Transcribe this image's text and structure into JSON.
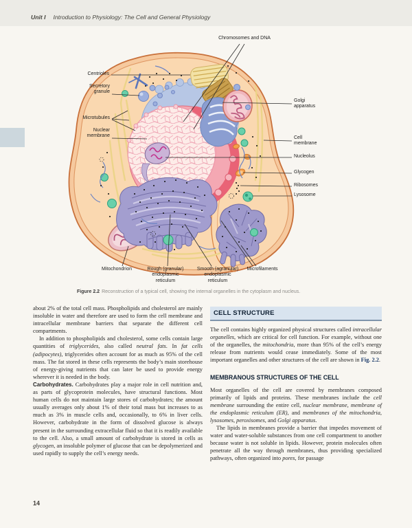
{
  "header": {
    "unit_label": "Unit I",
    "unit_title": "Introduction to Physiology: The Cell and General Physiology"
  },
  "page": {
    "page_number": "14"
  },
  "colors": {
    "accent_heading_bg": "#d9e4ef",
    "accent_heading_border": "#7f95ab",
    "heading_text": "#0f2033",
    "fig_link": "#1d3c6b",
    "unit_tab": "#ccd7dd"
  },
  "figure": {
    "caption_label": "Figure 2.2",
    "caption_text": "Reconstruction of a typical cell, showing the internal organelles in the cytoplasm and nucleus.",
    "labels": {
      "chromosomes_dna": "Chromosomes and DNA",
      "centrioles": "Centrioles",
      "secretory_granule": "Secretory\ngranule",
      "microtubules": "Microtubules",
      "nuclear_membrane": "Nuclear\nmembrane",
      "golgi_apparatus": "Golgi\napparatus",
      "cell_membrane": "Cell\nmembrane",
      "nucleolus": "Nucleolus",
      "glycogen": "Glycogen",
      "ribosomes": "Ribosomes",
      "lysosome": "Lysosome",
      "mitochondrion": "Mitochondrion",
      "rough_er": "Rough (granular)\nendoplasmic\nreticulum",
      "smooth_er": "Smooth (agranular)\nendoplasmic\nreticulum",
      "microfilaments": "Microfilaments"
    }
  },
  "left_column": {
    "p1": [
      {
        "t": "about 2% of the total cell mass. Phospholipids and cholesterol are mainly insoluble in water and therefore are used to form the cell membrane and intracellular membrane barriers that separate the different cell compartments."
      }
    ],
    "p2": [
      {
        "t": "In addition to phospholipids and cholesterol, some cells contain large quantities of "
      },
      {
        "t": "triglycerides",
        "s": "i"
      },
      {
        "t": ", also called "
      },
      {
        "t": "neutral fats",
        "s": "i"
      },
      {
        "t": ". In "
      },
      {
        "t": "fat cells (adipocytes)",
        "s": "i"
      },
      {
        "t": ", triglycerides often account for as much as 95% of the cell mass. The fat stored in these cells represents the body’s main storehouse of energy-giving nutrients that can later be used to provide energy wherever it is needed in the body."
      }
    ],
    "p3": [
      {
        "t": "Carbohydrates.",
        "s": "b"
      },
      {
        "t": "  Carbohydrates play a major role in cell nutrition and, as parts of glycoprotein molecules, have structural functions. Most human cells do not maintain large stores of carbohydrates; the amount usually averages only about 1% of their total mass but increases to as much as 3% in muscle cells and, occasionally, to 6% in liver cells. However, carbohydrate in the form of dissolved glucose is always present in the surrounding extracellular fluid so that it is readily available to the cell. Also, a small amount of carbohydrate is stored in cells as "
      },
      {
        "t": "glycogen",
        "s": "i"
      },
      {
        "t": ", an insoluble polymer of glucose that can be depolymerized and used rapidly to supply the cell’s energy needs."
      }
    ]
  },
  "right_column": {
    "h1": "CELL STRUCTURE",
    "p1": [
      {
        "t": "The cell contains highly organized physical structures called "
      },
      {
        "t": "intracellular organelles",
        "s": "i"
      },
      {
        "t": ", which are critical for cell function. For example, without one of the organelles, the "
      },
      {
        "t": "mitochondria",
        "s": "i"
      },
      {
        "t": ", more than 95% of the cell’s energy release from nutrients would cease immediately. Some of the most important organelles and other structures of the cell are shown in "
      },
      {
        "t": "Fig. 2.2",
        "s": "link"
      },
      {
        "t": "."
      }
    ],
    "h2": "MEMBRANOUS STRUCTURES OF THE CELL",
    "p2": [
      {
        "t": "Most organelles of the cell are covered by membranes composed primarily of lipids and proteins. These membranes include the "
      },
      {
        "t": "cell membrane",
        "s": "i"
      },
      {
        "t": " surrounding the entire cell, "
      },
      {
        "t": "nuclear membrane, membrane of the endoplasmic reticulum (ER)",
        "s": "i"
      },
      {
        "t": ", and "
      },
      {
        "t": "membranes of the mitochondria, lysosomes, peroxisomes",
        "s": "i"
      },
      {
        "t": ", and "
      },
      {
        "t": "Golgi apparatus",
        "s": "i"
      },
      {
        "t": "."
      }
    ],
    "p3": [
      {
        "t": "The lipids in membranes provide a barrier that impedes movement of water and water-soluble substances from one cell compartment to another because water is not soluble in lipids. However, protein molecules often penetrate all the way through membranes, thus providing specialized pathways, often organized into "
      },
      {
        "t": "pores",
        "s": "i"
      },
      {
        "t": ", for passage"
      }
    ]
  }
}
